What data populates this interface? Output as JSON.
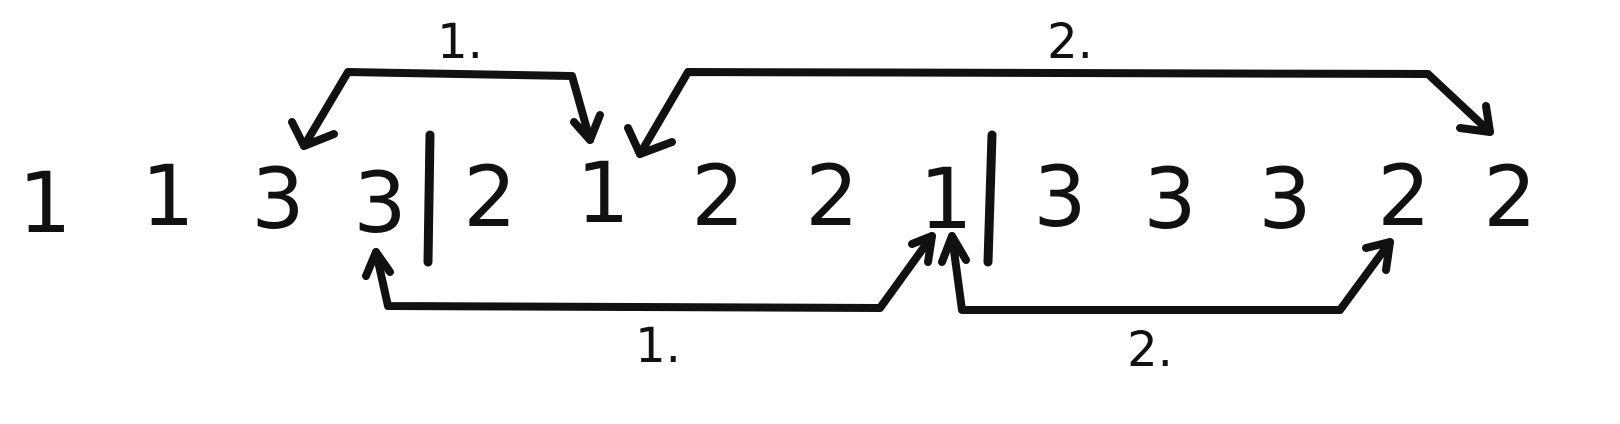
{
  "sequence": [
    "1",
    "1",
    "3",
    "3",
    "2",
    "1",
    "2",
    "2",
    "1",
    "3",
    "3",
    "3",
    "2",
    "2"
  ],
  "step_labels": {
    "top_1": "1.",
    "top_2": "2.",
    "bottom_1": "1.",
    "bottom_2": "2."
  },
  "colors": {
    "ink": "#111111",
    "background": "#ffffff"
  }
}
